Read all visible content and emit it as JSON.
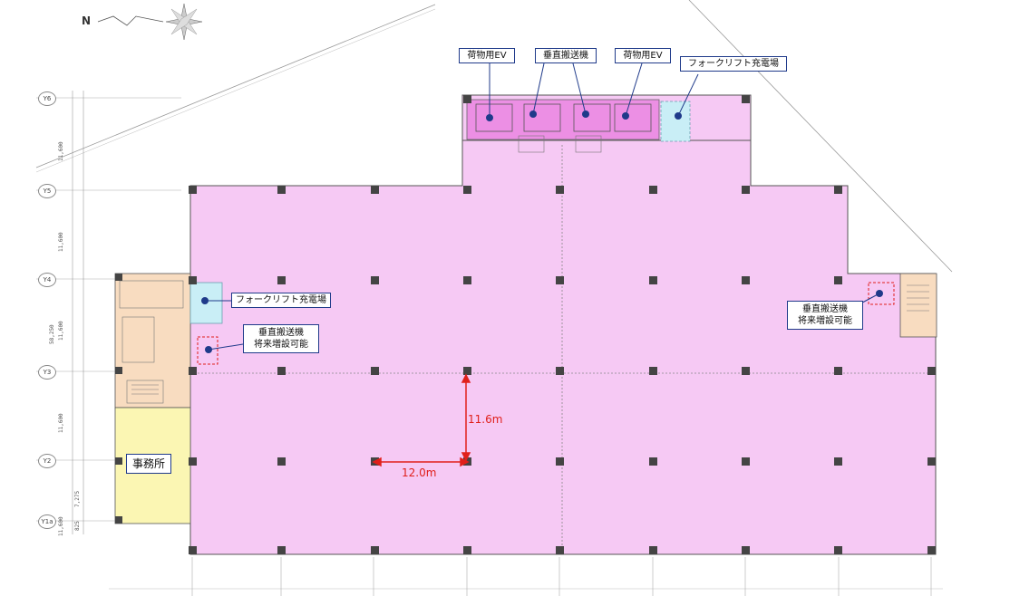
{
  "colors": {
    "warehouse": "#f6c9f4",
    "elevator_zone": "#ec8fe4",
    "core": "#f8dcc0",
    "office": "#fbf6b3",
    "forklift": "#c9eef6",
    "marker": "#1f3a8a",
    "dimension": "#e0201b",
    "column": "#444444"
  },
  "compass": {
    "north_label": "N"
  },
  "grid": {
    "rows": [
      "Y6",
      "Y5",
      "Y4",
      "Y3",
      "Y2",
      "Y1a"
    ],
    "dimensions": [
      "11,600",
      "11,600",
      "11,600",
      "11,600",
      "7,275",
      "11,600",
      "825",
      "58,250"
    ]
  },
  "labels": {
    "freight_ev_1": "荷物用EV",
    "vertical_conveyor_top": "垂直搬送機",
    "freight_ev_2": "荷物用EV",
    "forklift_charging_top": "フォークリフト充電場",
    "forklift_charging_left": "フォークリフト充電場",
    "vertical_conveyor_left_line1": "垂直搬送機",
    "vertical_conveyor_left_line2": "将来増設可能",
    "vertical_conveyor_right_line1": "垂直搬送機",
    "vertical_conveyor_right_line2": "将来増設可能",
    "office": "事務所"
  },
  "span_dimensions": {
    "vertical": "11.6m",
    "horizontal": "12.0m"
  }
}
